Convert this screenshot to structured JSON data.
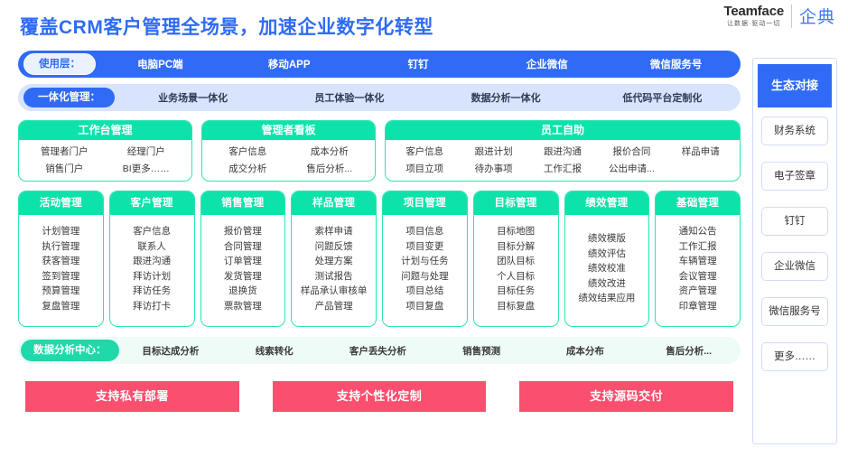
{
  "header": {
    "title": "覆盖CRM客户管理全场景，加速企业数字化转型",
    "brand_name": "Teamface",
    "brand_tagline": "让数据·驱动一切",
    "brand_cn": "企典",
    "accent_blue": "#2f6bf5",
    "accent_teal": "#0ee2ab",
    "accent_pink": "#fa4f6e"
  },
  "usage_layer": {
    "label": "使用层：",
    "items": [
      "电脑PC端",
      "移动APP",
      "钉钉",
      "企业微信",
      "微信服务号"
    ]
  },
  "integrated_mgmt": {
    "label": "一体化管理：",
    "items": [
      "业务场景一体化",
      "员工体验一体化",
      "数据分析一体化",
      "低代码平台定制化"
    ]
  },
  "panels": [
    {
      "title": "工作台管理",
      "items": [
        "管理者门户",
        "经理门户",
        "销售门户",
        "BI更多……"
      ]
    },
    {
      "title": "管理者看板",
      "items": [
        "客户信息",
        "成本分析",
        "成交分析",
        "售后分析..."
      ]
    },
    {
      "title": "员工自助",
      "items": [
        "客户信息",
        "跟进计划",
        "跟进沟通",
        "报价合同",
        "样品申请",
        "项目立项",
        "待办事项",
        "工作汇报",
        "公出申请...",
        ""
      ]
    }
  ],
  "modules": [
    {
      "title": "活动管理",
      "items": [
        "计划管理",
        "执行管理",
        "获客管理",
        "签到管理",
        "预算管理",
        "复盘管理"
      ]
    },
    {
      "title": "客户管理",
      "items": [
        "客户信息",
        "联系人",
        "跟进沟通",
        "拜访计划",
        "拜访任务",
        "拜访打卡"
      ]
    },
    {
      "title": "销售管理",
      "items": [
        "报价管理",
        "合同管理",
        "订单管理",
        "发货管理",
        "退换货",
        "票款管理"
      ]
    },
    {
      "title": "样品管理",
      "items": [
        "索样申请",
        "问题反馈",
        "处理方案",
        "测试报告",
        "样品承认审核单",
        "产品管理"
      ]
    },
    {
      "title": "项目管理",
      "items": [
        "项目信息",
        "项目变更",
        "计划与任务",
        "问题与处理",
        "项目总结",
        "项目复盘"
      ]
    },
    {
      "title": "目标管理",
      "items": [
        "目标地图",
        "目标分解",
        "团队目标",
        "个人目标",
        "目标任务",
        "目标复盘"
      ]
    },
    {
      "title": "绩效管理",
      "items": [
        "绩效模版",
        "绩效评估",
        "绩效校准",
        "绩效改进",
        "绩效结果应用"
      ]
    },
    {
      "title": "基础管理",
      "items": [
        "通知公告",
        "工作汇报",
        "车辆管理",
        "会议管理",
        "资产管理",
        "印章管理"
      ]
    }
  ],
  "data_center": {
    "label": "数据分析中心：",
    "items": [
      "目标达成分析",
      "线索转化",
      "客户丢失分析",
      "销售预测",
      "成本分布",
      "售后分析..."
    ]
  },
  "cta_buttons": [
    "支持私有部署",
    "支持个性化定制",
    "支持源码交付"
  ],
  "ecosystem": {
    "title": "生态对接",
    "items": [
      "财务系统",
      "电子签章",
      "钉钉",
      "企业微信",
      "微信服务号",
      "更多……"
    ]
  }
}
